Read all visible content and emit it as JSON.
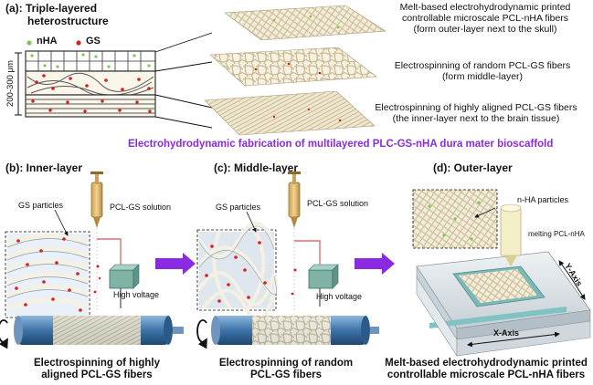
{
  "panel_a": {
    "label": "(a): Triple-layered heterostructure",
    "label_line1": "(a): Triple-layered",
    "label_line2": "heterostructure",
    "legend_nha": "nHA",
    "legend_gs": "GS",
    "thickness": "200-300 μm",
    "outer_layer_text_1": "Melt-based electrohydrodynamic printed",
    "outer_layer_text_2": "controllable microscale PCL-nHA fibers",
    "outer_layer_text_3": "(form outer-layer next to the skull)",
    "middle_layer_text_1": "Electrospinning of random PCL-GS fibers",
    "middle_layer_text_2": "(form middle-layer)",
    "inner_layer_text_1": "Electrospinning of highly aligned PCL-GS fibers",
    "inner_layer_text_2": "(the inner-layer next to the brain tissue)",
    "title": "Electrohydrodynamic fabrication of multilayered PLC-GS-nHA dura mater bioscaffold"
  },
  "panel_b": {
    "label": "(b): Inner-layer",
    "gs_particles": "GS particles",
    "solution": "PCL-GS solution",
    "high_voltage": "High voltage",
    "caption_1": "Electrospinning of highly",
    "caption_2": "aligned PCL-GS fibers"
  },
  "panel_c": {
    "label": "(c): Middle-layer",
    "gs_particles": "GS particles",
    "solution": "PCL-GS solution",
    "high_voltage": "High voltage",
    "caption_1": "Electrospinning of random",
    "caption_2": "PCL-GS fibers"
  },
  "panel_d": {
    "label": "(d): Outer-layer",
    "nha_particles": "n-HA particles",
    "melting": "melting PCL-nHA",
    "y_axis": "Y-Axis",
    "x_axis": "X-Axis",
    "caption_1": "Melt-based electrohydrodynamic printed",
    "caption_2": "controllable microscale PCL-nHA fibers"
  },
  "colors": {
    "purple": "#8a2be2",
    "nha_green": "#7ec850",
    "gs_red": "#d62020",
    "fiber": "#efe6cf",
    "collector_blue": "#4a7fb5"
  }
}
